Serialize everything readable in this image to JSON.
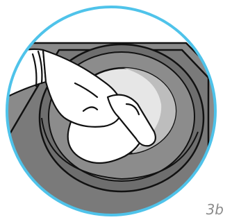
{
  "step_label": "3b",
  "colors": {
    "frame_ring": "#4fc3ea",
    "background": "#ffffff",
    "housing_outer": "#8a8a8a",
    "housing_inner": "#767676",
    "outline": "#111111",
    "well_light": "#e6e6e6",
    "well_mid": "#bdbdbd",
    "glove": "#ffffff"
  },
  "icons": [
    "circle-frame",
    "appliance-housing",
    "well-opening",
    "gloved-hand-icon",
    "cleaning-cloth-icon"
  ]
}
